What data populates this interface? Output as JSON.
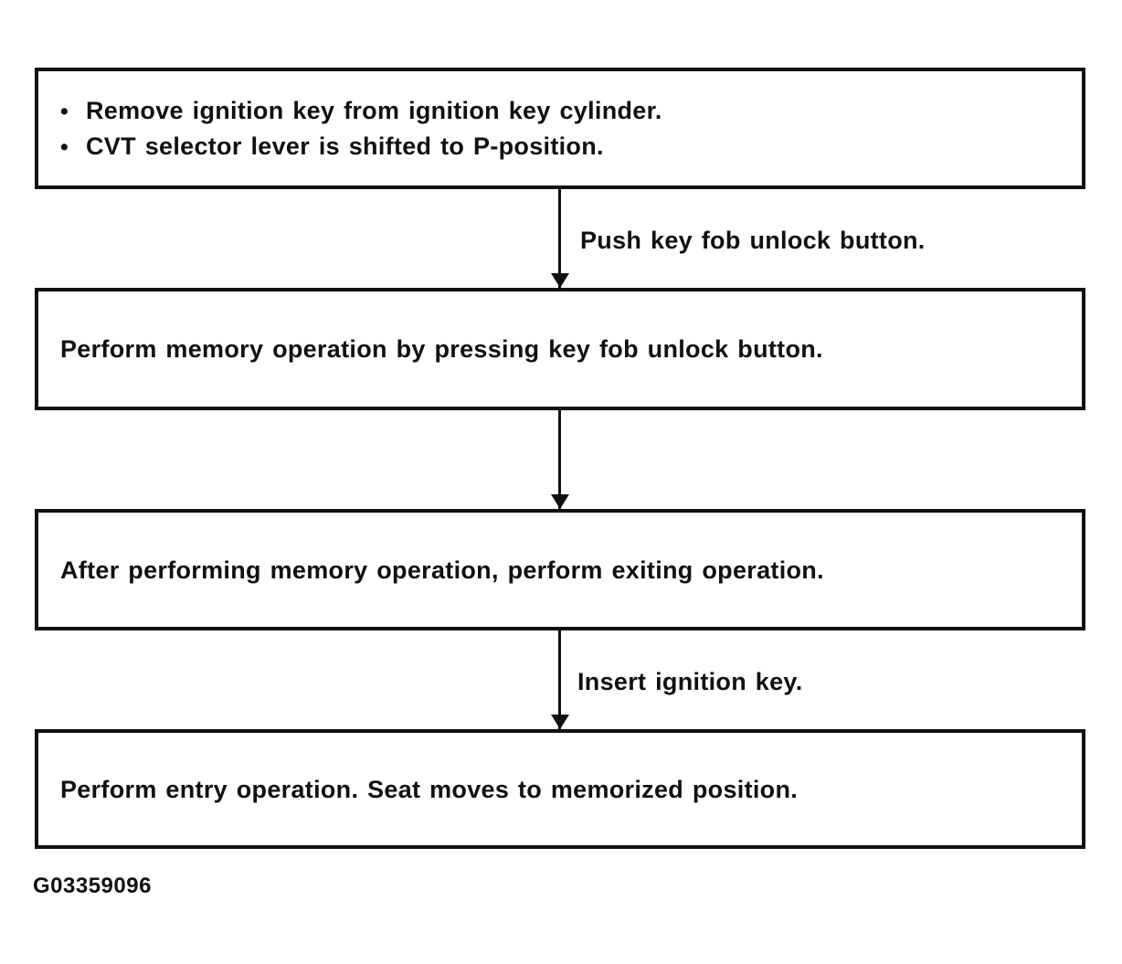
{
  "page": {
    "background_color": "#ffffff",
    "ink_color": "#111111",
    "figure_id": "G03359096"
  },
  "flowchart": {
    "bullet_glyph": "•",
    "nodes": [
      {
        "id": "preconditions",
        "type": "bulleted",
        "bullets": [
          "Remove ignition key from ignition key cylinder.",
          "CVT selector lever is shifted to P-position."
        ]
      },
      {
        "id": "memory-operation",
        "type": "step",
        "text": "Perform memory operation by pressing key fob unlock button."
      },
      {
        "id": "exiting-operation",
        "type": "step",
        "text": "After performing memory operation, perform exiting operation."
      },
      {
        "id": "entry-operation",
        "type": "step",
        "text": "Perform entry operation. Seat moves to memorized position."
      }
    ],
    "connectors": [
      {
        "from": "preconditions",
        "to": "memory-operation",
        "label": "Push key fob unlock button."
      },
      {
        "from": "memory-operation",
        "to": "exiting-operation",
        "label": ""
      },
      {
        "from": "exiting-operation",
        "to": "entry-operation",
        "label": "Insert ignition key."
      }
    ]
  }
}
